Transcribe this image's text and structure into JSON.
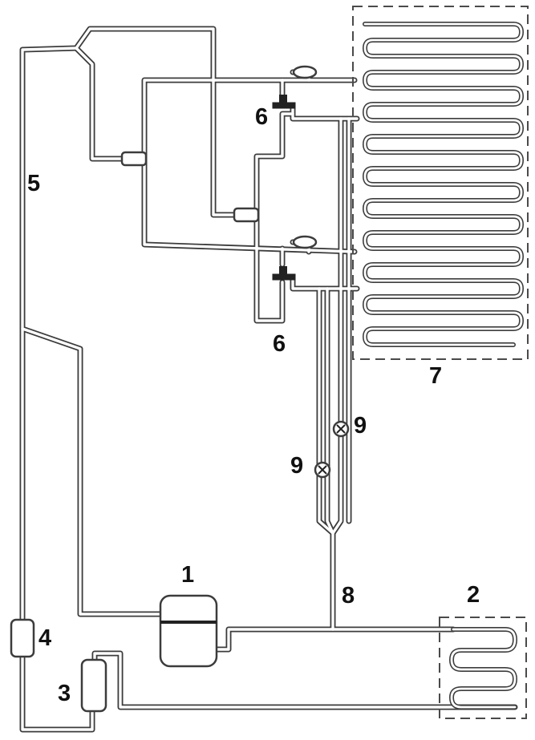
{
  "labels": {
    "compressor": "1",
    "condenser": "2",
    "component_3": "3",
    "component_4": "4",
    "tube_5": "5",
    "valve_upper": "6",
    "valve_lower": "6",
    "evaporator": "7",
    "tube_8": "8",
    "capillary_right": "9",
    "capillary_left": "9"
  },
  "colors": {
    "pipe": "#3c3c3c",
    "label": "#111111",
    "background": "#ffffff"
  }
}
